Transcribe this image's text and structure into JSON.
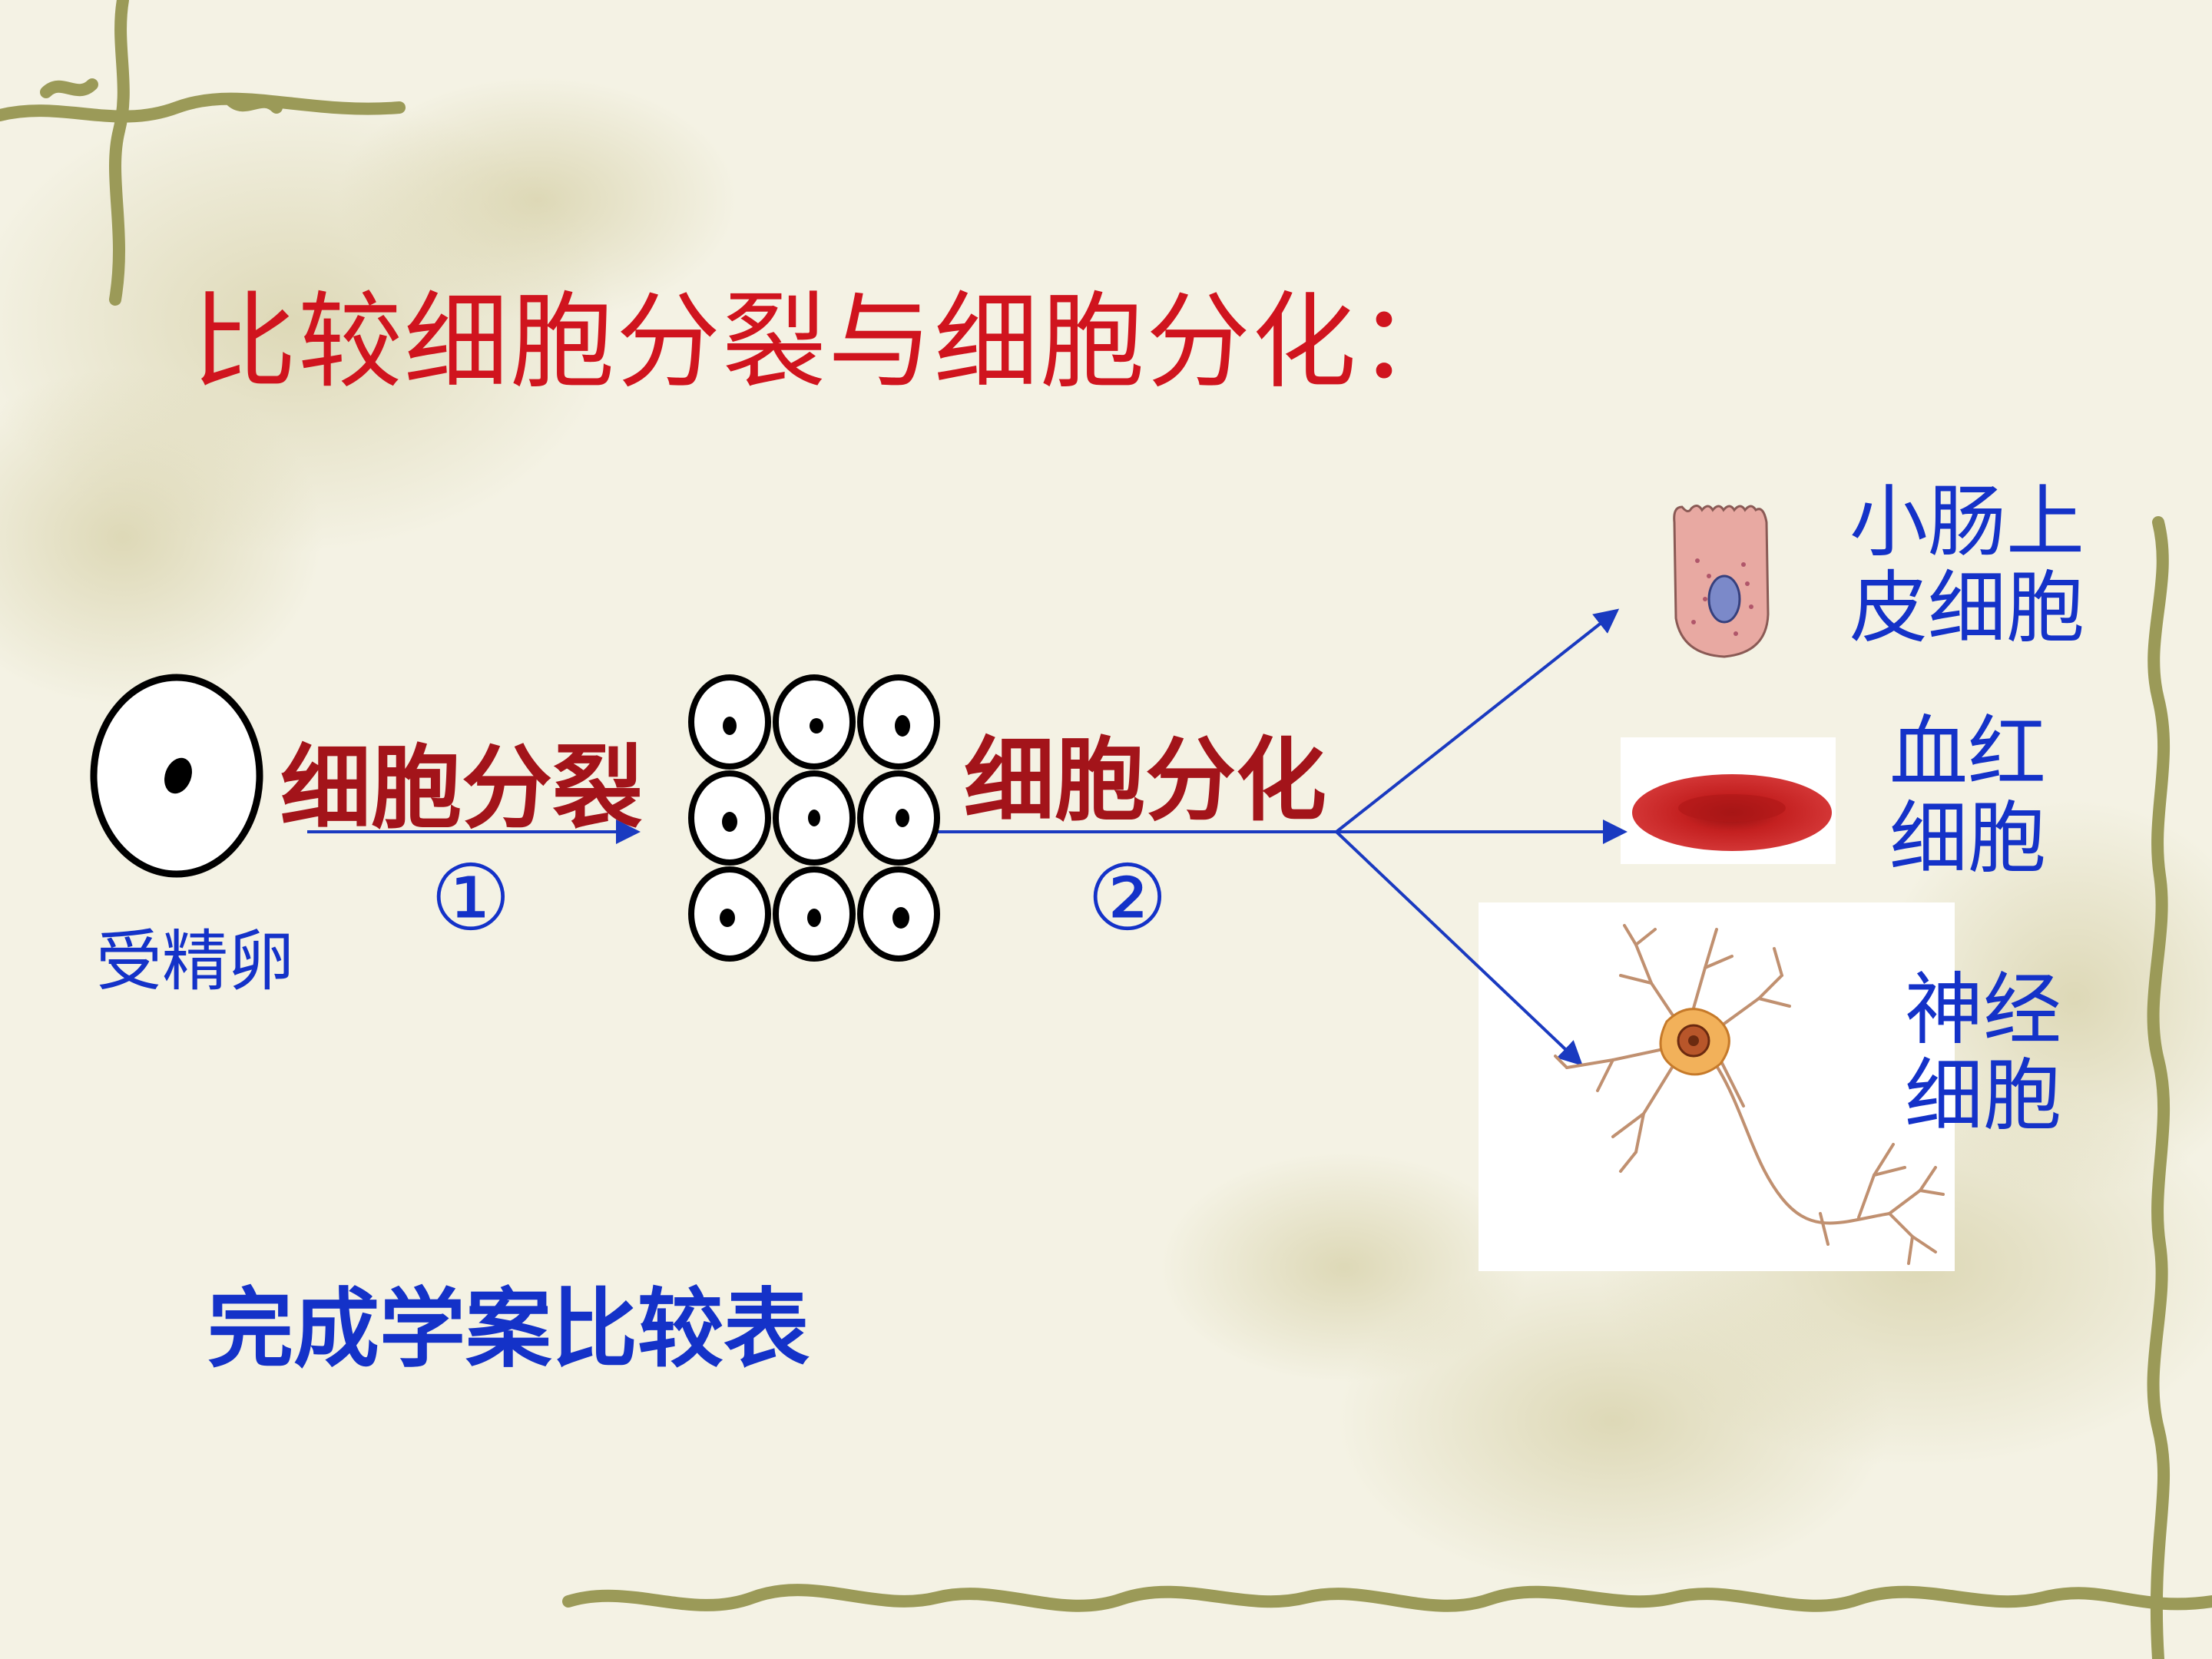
{
  "slide": {
    "title": "比较细胞分裂与细胞分化：",
    "process_division": "细胞分裂",
    "process_differentiation": "细胞分化",
    "step1": "①",
    "step2": "②",
    "zygote_label": "受精卵",
    "cell_labels": [
      {
        "line1": "小肠上",
        "line2": "皮细胞"
      },
      {
        "line1": "血红",
        "line2": "细胞"
      },
      {
        "line1": "神经",
        "line2": "细胞"
      }
    ],
    "task": "完成学案比较表"
  },
  "colors": {
    "title_red": "#d0141e",
    "process_red": "#a3141a",
    "label_blue": "#1432c8",
    "arrow_blue": "#1a3ac0"
  }
}
